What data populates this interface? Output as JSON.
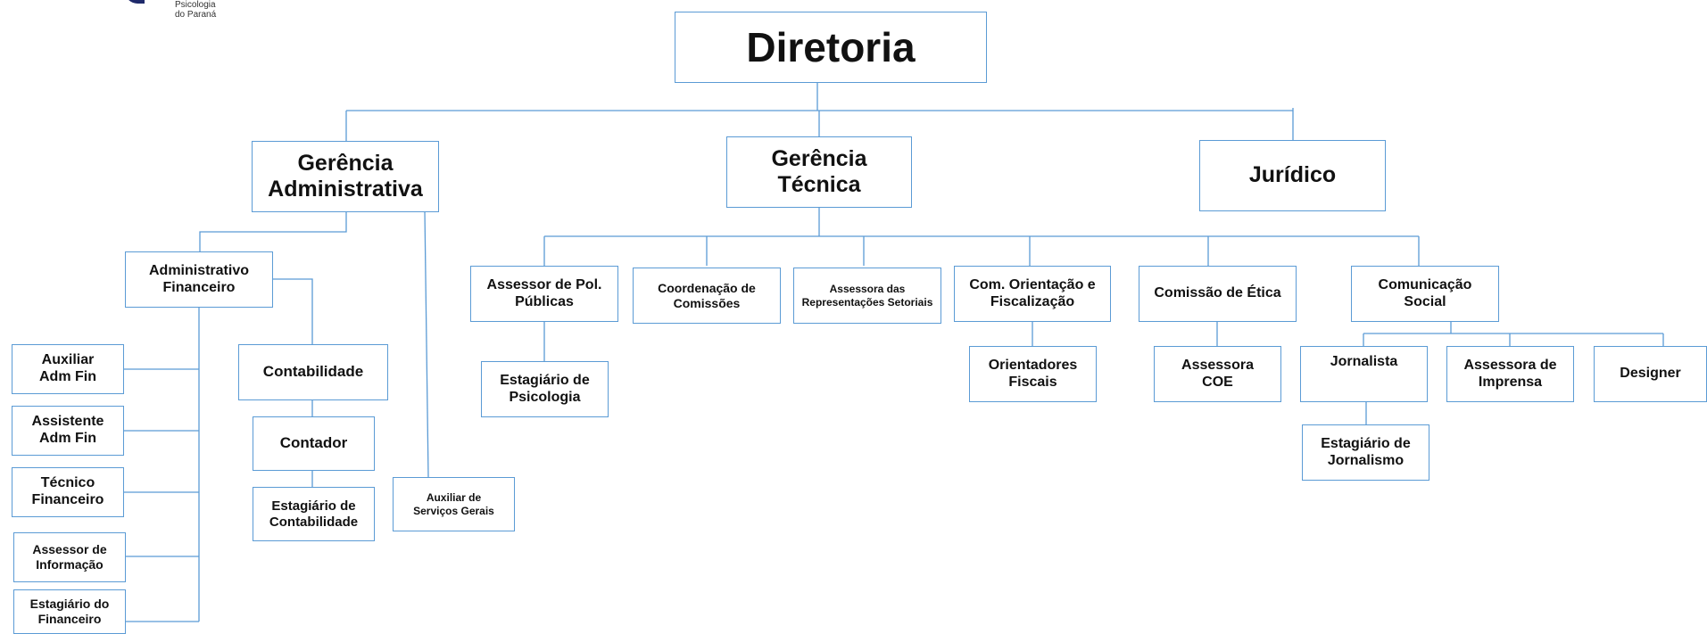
{
  "logo": {
    "lines": [
      "Psicologia",
      "do Paraná"
    ]
  },
  "colors": {
    "line": "#5b9bd5",
    "border": "#5b9bd5",
    "text": "#111111"
  },
  "nodes": {
    "diretoria": [
      "Diretoria"
    ],
    "gerencia_adm": [
      "Gerência",
      "Administrativa"
    ],
    "gerencia_tec": [
      "Gerência",
      "Técnica"
    ],
    "juridico": [
      "Jurídico"
    ],
    "adm_financeiro": [
      "Administrativo",
      "Financeiro"
    ],
    "contabilidade": [
      "Contabilidade"
    ],
    "contador": [
      "Contador"
    ],
    "estagiario_contabilidade": [
      "Estagiário de",
      "Contabilidade"
    ],
    "auxiliar_adm_fin": [
      "Auxiliar",
      "Adm Fin"
    ],
    "assistente_adm_fin": [
      "Assistente",
      "Adm Fin"
    ],
    "tecnico_financeiro": [
      "Técnico",
      "Financeiro"
    ],
    "assessor_informacao": [
      "Assessor de",
      "Informação"
    ],
    "estagiario_financeiro": [
      "Estagiário do",
      "Financeiro"
    ],
    "auxiliar_servicos_gerais": [
      "Auxiliar de",
      "Serviços Gerais"
    ],
    "assessor_pol_publicas": [
      "Assessor de Pol.",
      "Públicas"
    ],
    "estagiario_psicologia": [
      "Estagiário de",
      "Psicologia"
    ],
    "coordenacao_comissoes": [
      "Coordenação de",
      "Comissões"
    ],
    "assessora_representacoes": [
      "Assessora das",
      "Representações Setoriais"
    ],
    "com_orientacao": [
      "Com. Orientação e",
      "Fiscalização"
    ],
    "orientadores_fiscais": [
      "Orientadores",
      "Fiscais"
    ],
    "comissao_etica": [
      "Comissão de  Ética"
    ],
    "assessora_coe": [
      "Assessora",
      "COE"
    ],
    "comunicacao_social": [
      "Comunicação",
      "Social"
    ],
    "jornalista": [
      "Jornalista"
    ],
    "assessora_imprensa": [
      "Assessora de",
      "Imprensa"
    ],
    "designer": [
      "Designer"
    ],
    "estagiario_jornalismo": [
      "Estagiário de",
      "Jornalismo"
    ]
  }
}
